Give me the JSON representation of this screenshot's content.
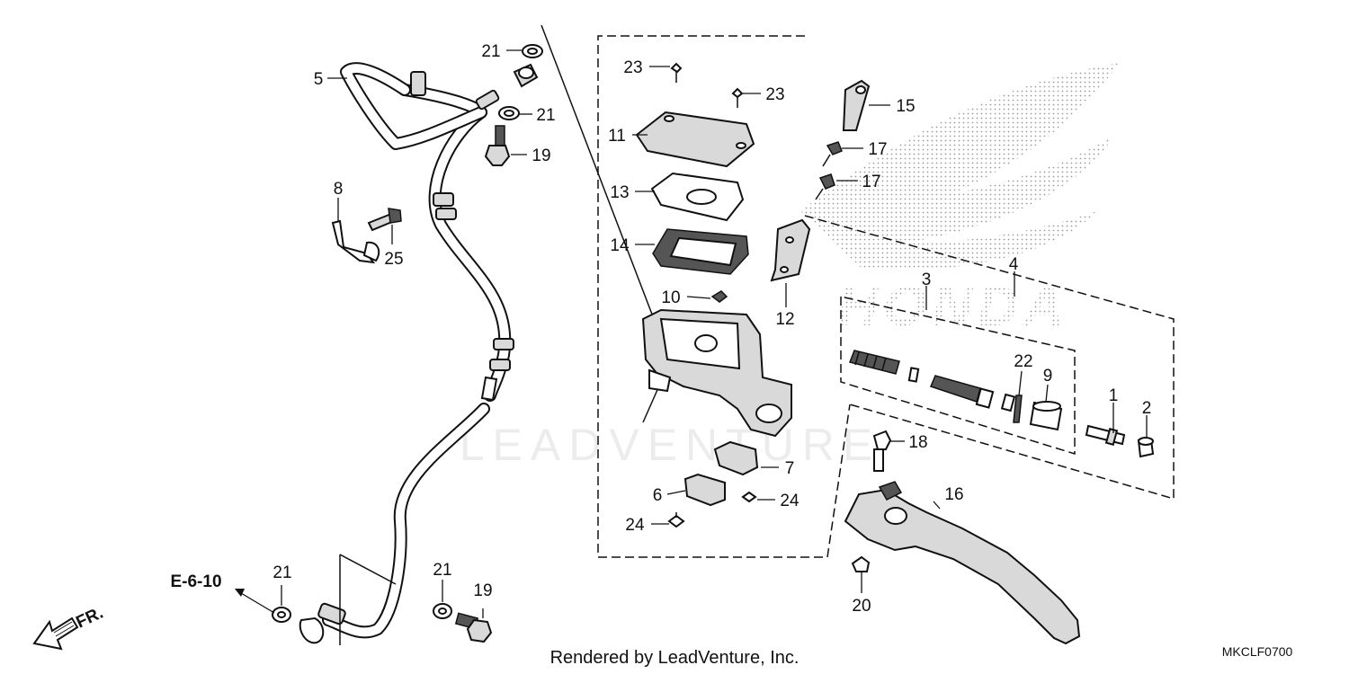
{
  "diagram": {
    "callouts": [
      {
        "id": "c1",
        "text": "1"
      },
      {
        "id": "c2",
        "text": "2"
      },
      {
        "id": "c3",
        "text": "3"
      },
      {
        "id": "c4",
        "text": "4"
      },
      {
        "id": "c5",
        "text": "5"
      },
      {
        "id": "c6",
        "text": "6"
      },
      {
        "id": "c7",
        "text": "7"
      },
      {
        "id": "c8",
        "text": "8"
      },
      {
        "id": "c9",
        "text": "9"
      },
      {
        "id": "c10",
        "text": "10"
      },
      {
        "id": "c11",
        "text": "11"
      },
      {
        "id": "c12",
        "text": "12"
      },
      {
        "id": "c13",
        "text": "13"
      },
      {
        "id": "c14",
        "text": "14"
      },
      {
        "id": "c15",
        "text": "15"
      },
      {
        "id": "c16",
        "text": "16"
      },
      {
        "id": "c17a",
        "text": "17"
      },
      {
        "id": "c17b",
        "text": "17"
      },
      {
        "id": "c18",
        "text": "18"
      },
      {
        "id": "c19a",
        "text": "19"
      },
      {
        "id": "c19b",
        "text": "19"
      },
      {
        "id": "c20",
        "text": "20"
      },
      {
        "id": "c21a",
        "text": "21"
      },
      {
        "id": "c21b",
        "text": "21"
      },
      {
        "id": "c21c",
        "text": "21"
      },
      {
        "id": "c21d",
        "text": "21"
      },
      {
        "id": "c22",
        "text": "22"
      },
      {
        "id": "c23a",
        "text": "23"
      },
      {
        "id": "c23b",
        "text": "23"
      },
      {
        "id": "c24a",
        "text": "24"
      },
      {
        "id": "c24b",
        "text": "24"
      },
      {
        "id": "c25",
        "text": "25"
      }
    ],
    "reference": "E-6-10",
    "direction": "FR.",
    "credit": "Rendered by LeadVenture, Inc.",
    "code": "MKCLF0700",
    "watermark": "LEADVENTURE",
    "brand_watermark": "HONDA"
  }
}
